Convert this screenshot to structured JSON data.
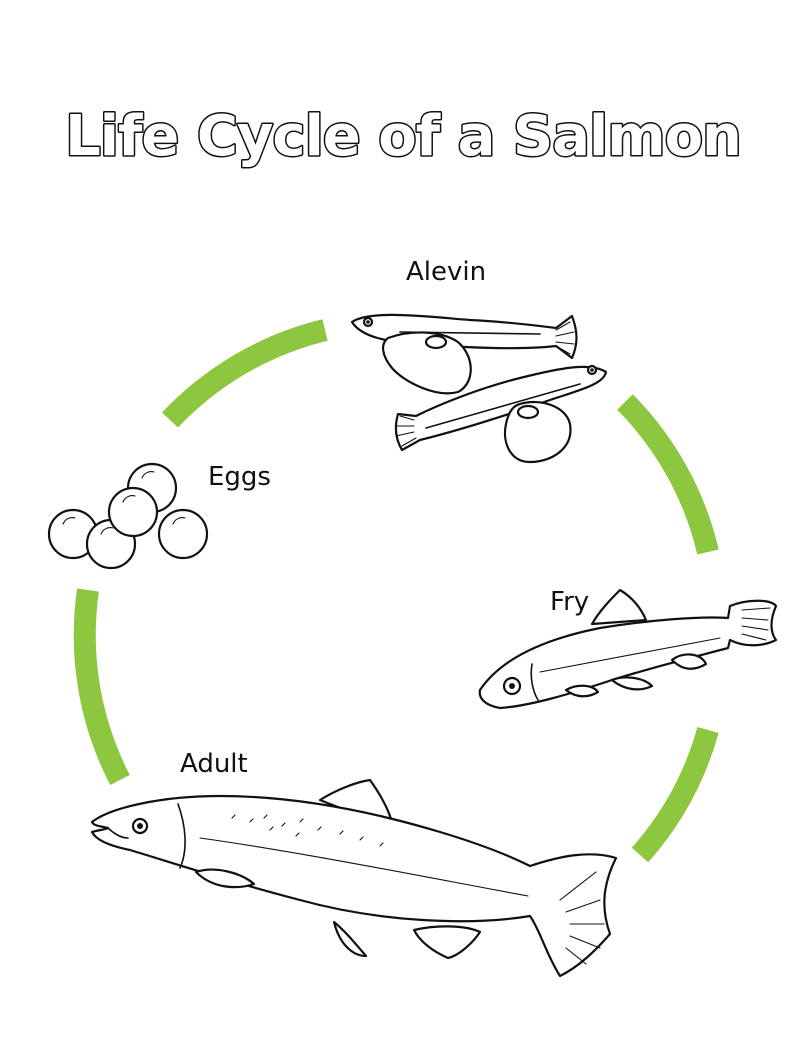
{
  "title": "Life Cycle of a Salmon",
  "colors": {
    "arrow": "#8dc63f",
    "outline": "#111111",
    "background": "#ffffff"
  },
  "stages": {
    "eggs": {
      "label": "Eggs",
      "icon": "salmon-eggs"
    },
    "alevin": {
      "label": "Alevin",
      "icon": "alevin-fish"
    },
    "fry": {
      "label": "Fry",
      "icon": "fry-fish"
    },
    "adult": {
      "label": "Adult",
      "icon": "adult-salmon"
    }
  }
}
